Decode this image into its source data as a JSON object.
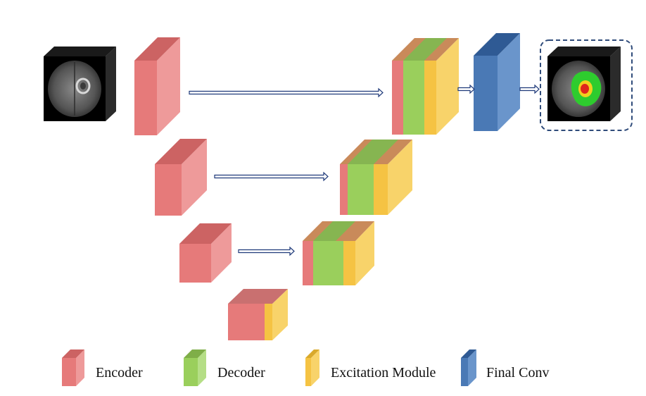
{
  "colors": {
    "encoder": "#E67A7A",
    "decoder": "#9ACF5C",
    "excitation": "#F5C343",
    "final_conv": "#4A79B5",
    "arrow": "#1F3A7A",
    "dashed_box": "#2F4B7A",
    "mri_background": "#000000"
  },
  "icons": {
    "input_image": "brain-mri-slice-icon",
    "output_image": "brain-mri-segmentation-icon"
  },
  "legend": {
    "encoder_label": "Encoder",
    "decoder_label": "Decoder",
    "excitation_label": "Excitation Module",
    "final_conv_label": "Final Conv"
  }
}
